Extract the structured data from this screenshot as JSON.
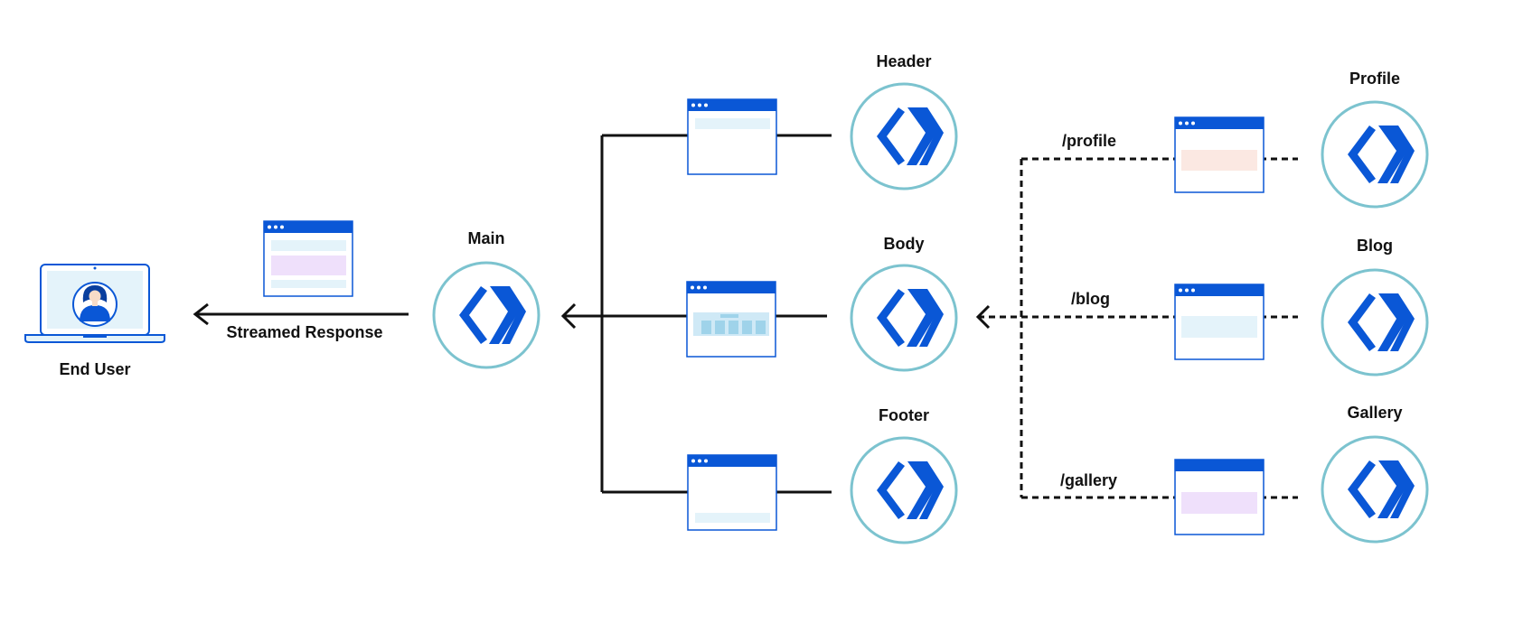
{
  "end_user": {
    "label": "End User"
  },
  "streamed_response": {
    "label": "Streamed Response"
  },
  "workers": {
    "main": "Main",
    "header": "Header",
    "body": "Body",
    "footer": "Footer",
    "profile": "Profile",
    "blog": "Blog",
    "gallery": "Gallery"
  },
  "routes": {
    "profile": "/profile",
    "blog": "/blog",
    "gallery": "/gallery"
  },
  "colors": {
    "brand_blue": "#0a57d6",
    "circle_stroke": "#7cc3cf",
    "line": "#111111",
    "light_blue": "#e4f3fa",
    "light_purple": "#efe0fb",
    "light_peach": "#fbe8e2"
  }
}
